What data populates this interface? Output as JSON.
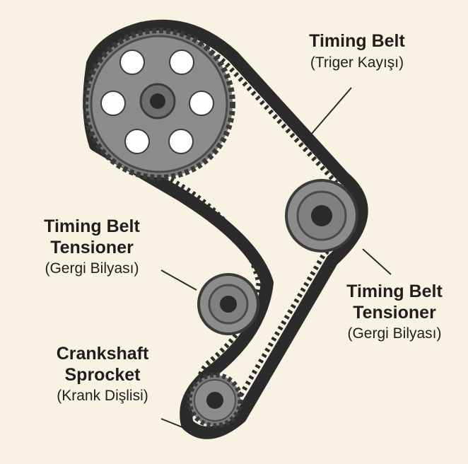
{
  "labels": {
    "timing_belt": {
      "title": "Timing Belt",
      "subtitle": "(Triger Kayışı)"
    },
    "tensioner_left": {
      "title_line1": "Timing Belt",
      "title_line2": "Tensioner",
      "subtitle": "(Gergi Bilyası)"
    },
    "tensioner_right": {
      "title_line1": "Timing Belt",
      "title_line2": "Tensioner",
      "subtitle": "(Gergi Bilyası)"
    },
    "crankshaft": {
      "title_line1": "Crankshaft",
      "title_line2": "Sprocket",
      "subtitle": "(Krank Dişlisi)"
    }
  },
  "colors": {
    "background": "#f7f2e2",
    "belt": "#2b2b2b",
    "metal": "#8c8c8c",
    "metal_dark": "#5e5e5e",
    "hub": "#2a2a2a",
    "text": "#1e1e1e"
  }
}
